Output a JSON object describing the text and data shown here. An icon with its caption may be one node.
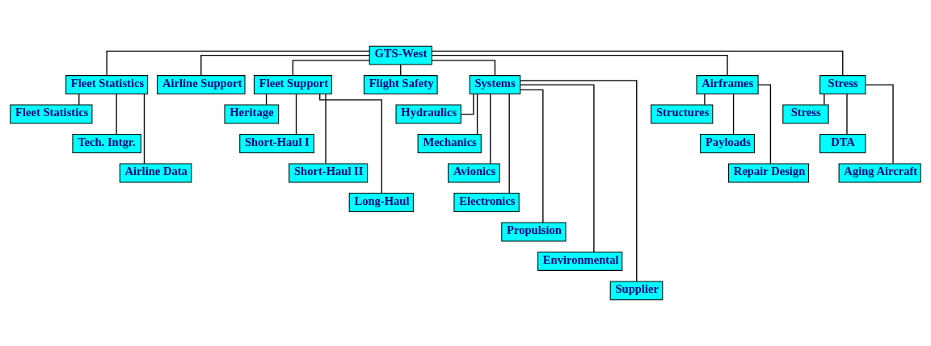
{
  "diagram": {
    "nodes": [
      {
        "text": [
          "GTS-West"
        ]
      },
      {
        "text": [
          "Fleet Statistics"
        ]
      },
      {
        "text": [
          "Airline Support"
        ]
      },
      {
        "text": [
          "Fleet Support"
        ]
      },
      {
        "text": [
          "Flight Safety"
        ]
      },
      {
        "text": [
          "Systems"
        ]
      },
      {
        "text": [
          "Airframes"
        ]
      },
      {
        "text": [
          "Stress"
        ]
      },
      {
        "text": [
          "Fleet Statistics"
        ]
      },
      {
        "text": [
          "Tech. Intgr."
        ]
      },
      {
        "text": [
          "Airline Data"
        ]
      },
      {
        "text": [
          "Heritage"
        ]
      },
      {
        "text": [
          "Short-Haul I"
        ]
      },
      {
        "text": [
          "Short-Haul II"
        ]
      },
      {
        "text": [
          "Long-Haul"
        ]
      },
      {
        "text": [
          "Hydraulics"
        ]
      },
      {
        "text": [
          "Mechanics"
        ]
      },
      {
        "text": [
          "Avionics"
        ]
      },
      {
        "text": [
          "Electronics"
        ]
      },
      {
        "text": [
          "Propulsion"
        ]
      },
      {
        "text": [
          "Environmental"
        ]
      },
      {
        "text": [
          "Supplier"
        ]
      },
      {
        "text": [
          "Structures"
        ]
      },
      {
        "text": [
          "Payloads"
        ]
      },
      {
        "text": [
          "Repair Design"
        ]
      },
      {
        "text": [
          "Stress"
        ]
      },
      {
        "text": [
          "DTA"
        ]
      },
      {
        "text": [
          "Aging Aircraft"
        ]
      }
    ],
    "edges": [
      {
        "from": 0,
        "to": 1,
        "arrow": "none"
      },
      {
        "from": 0,
        "to": 2,
        "arrow": "none"
      },
      {
        "from": 0,
        "to": 3,
        "arrow": "none"
      },
      {
        "from": 0,
        "to": 4,
        "arrow": "none"
      },
      {
        "from": 0,
        "to": 5,
        "arrow": "none"
      },
      {
        "from": 0,
        "to": 6,
        "arrow": "none"
      },
      {
        "from": 0,
        "to": 7,
        "arrow": "none"
      },
      {
        "from": 1,
        "to": 8,
        "arrow": "none"
      },
      {
        "from": 1,
        "to": 9,
        "arrow": "none"
      },
      {
        "from": 1,
        "to": 10,
        "arrow": "none"
      },
      {
        "from": 3,
        "to": 11,
        "arrow": "none"
      },
      {
        "from": 3,
        "to": 12,
        "arrow": "none"
      },
      {
        "from": 3,
        "to": 13,
        "arrow": "none"
      },
      {
        "from": 3,
        "to": 14,
        "arrow": "none"
      },
      {
        "from": 5,
        "to": 15,
        "arrow": "none"
      },
      {
        "from": 5,
        "to": 16,
        "arrow": "none"
      },
      {
        "from": 5,
        "to": 17,
        "arrow": "none"
      },
      {
        "from": 5,
        "to": 18,
        "arrow": "none"
      },
      {
        "from": 5,
        "to": 19,
        "arrow": "none"
      },
      {
        "from": 5,
        "to": 20,
        "arrow": "none"
      },
      {
        "from": 5,
        "to": 21,
        "arrow": "none"
      },
      {
        "from": 6,
        "to": 22,
        "arrow": "none"
      },
      {
        "from": 6,
        "to": 23,
        "arrow": "none"
      },
      {
        "from": 6,
        "to": 24,
        "arrow": "none"
      },
      {
        "from": 7,
        "to": 25,
        "arrow": "none"
      },
      {
        "from": 7,
        "to": 26,
        "arrow": "none"
      },
      {
        "from": 7,
        "to": 27,
        "arrow": "none"
      }
    ]
  }
}
